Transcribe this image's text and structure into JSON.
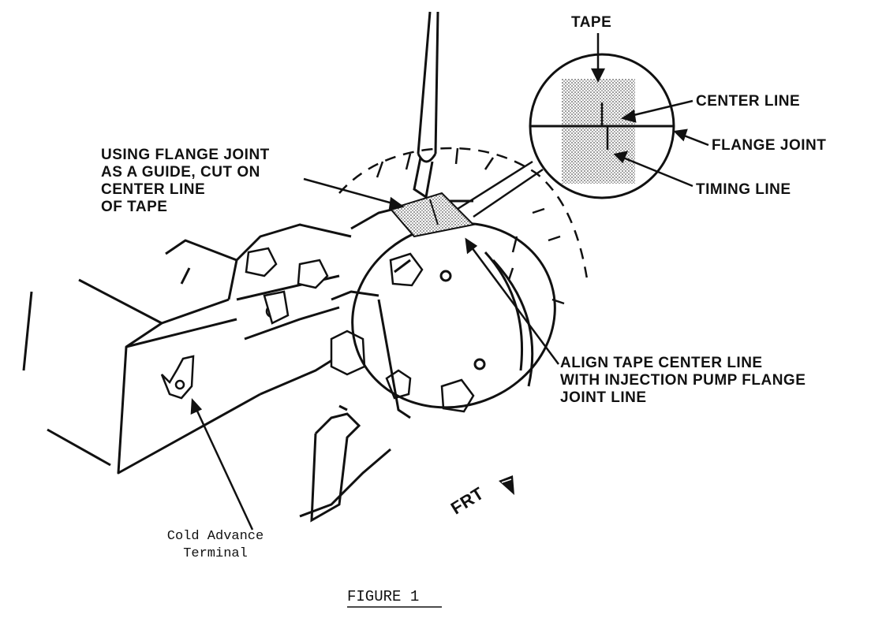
{
  "diagram": {
    "callouts": {
      "tape": "TAPE",
      "center_line": "CENTER LINE",
      "flange_joint": "FLANGE JOINT",
      "timing_line": "TIMING LINE",
      "cut_instruction": [
        "USING FLANGE JOINT",
        "AS A GUIDE, CUT ON",
        "CENTER LINE",
        "OF TAPE"
      ],
      "align_instruction": [
        "ALIGN TAPE CENTER LINE",
        "WITH INJECTION PUMP FLANGE",
        "JOINT LINE"
      ],
      "front_marker": "FRT",
      "terminal": [
        "Cold Advance",
        "Terminal"
      ]
    },
    "caption": "FIGURE 1"
  }
}
